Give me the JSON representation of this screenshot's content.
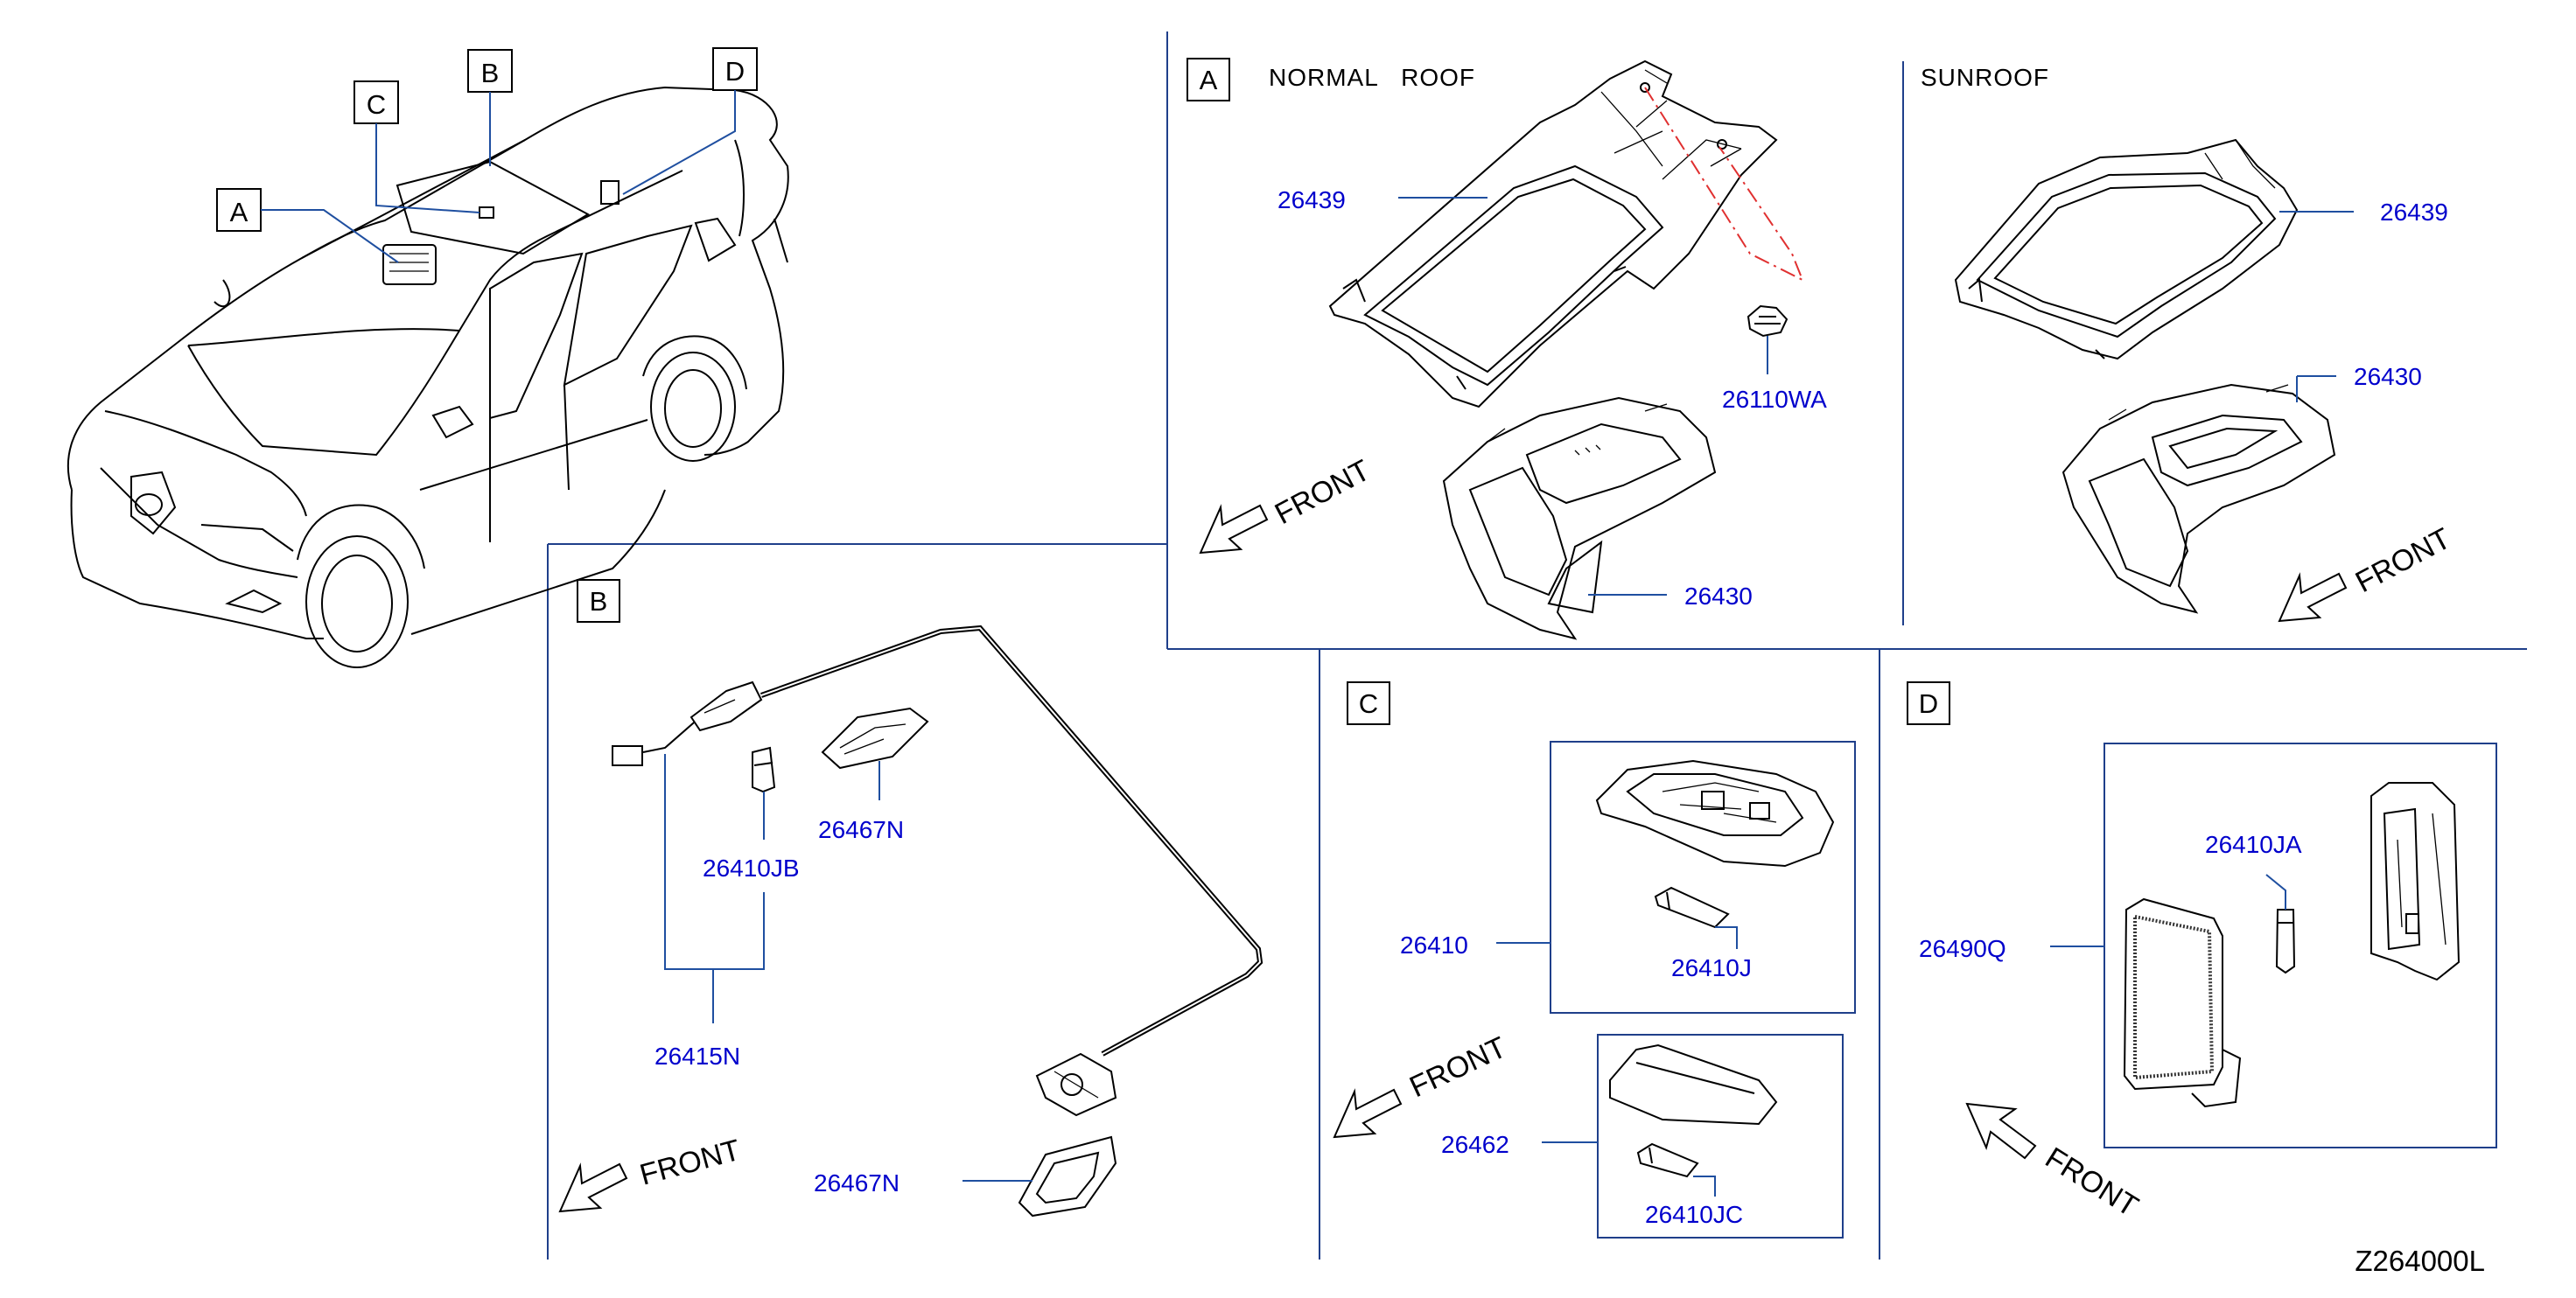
{
  "overview": {
    "callouts": [
      "A",
      "B",
      "C",
      "D"
    ]
  },
  "section_a": {
    "letter": "A",
    "normal_roof_label": "NORMAL   ROOF",
    "sunroof_label": "SUNROOF",
    "parts": {
      "normal_frame": "26439",
      "clip": "26110WA",
      "normal_lamp": "26430",
      "sunroof_frame": "26439",
      "sunroof_lamp": "26430"
    },
    "front_normal": "FRONT",
    "front_sunroof": "FRONT"
  },
  "section_b": {
    "letter": "B",
    "parts": {
      "bulb": "26410JB",
      "lamp_upper": "26467N",
      "harness": "26415N",
      "lamp_lower": "26467N"
    },
    "front": "FRONT"
  },
  "section_c": {
    "letter": "C",
    "parts": {
      "lamp_assembly": "26410",
      "bulb": "26410J",
      "vanity_lamp": "26462",
      "vanity_bulb": "26410JC"
    },
    "front": "FRONT"
  },
  "section_d": {
    "letter": "D",
    "parts": {
      "bulb": "26410JA",
      "lamp_assembly": "26490Q"
    },
    "front": "FRONT"
  },
  "diagram_code": "Z264000L"
}
